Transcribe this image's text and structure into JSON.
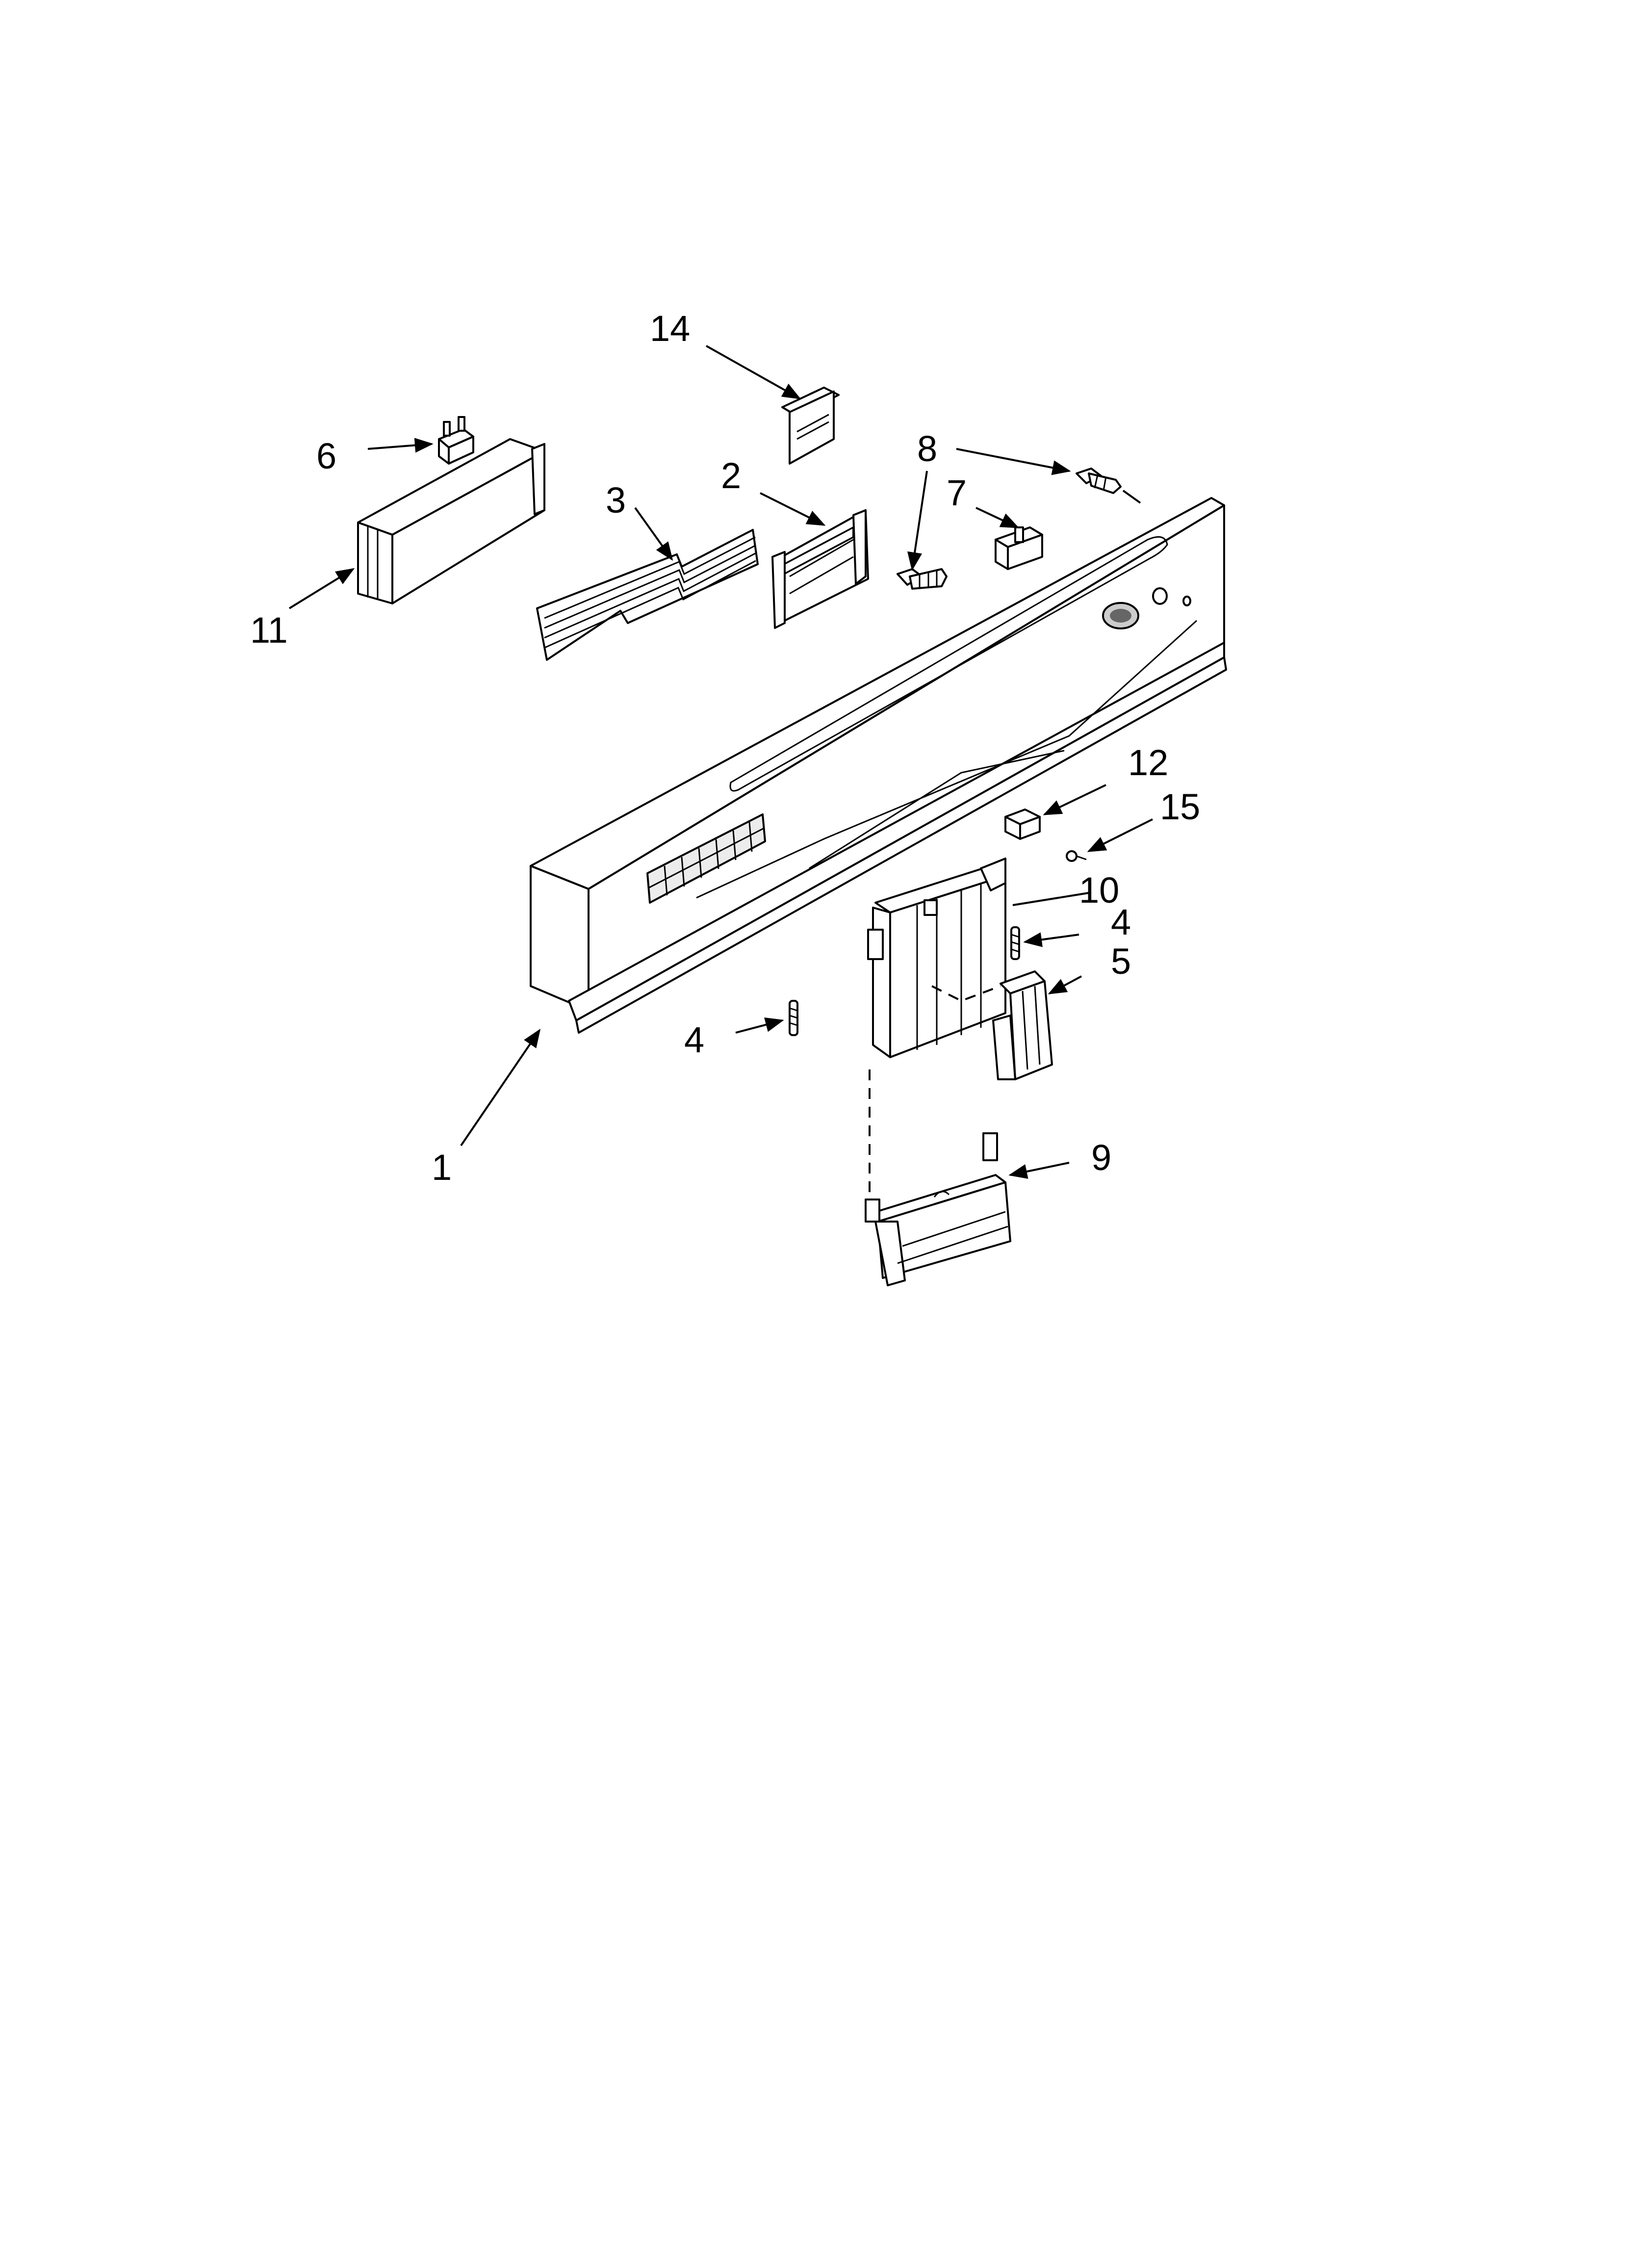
{
  "diagram": {
    "callouts": [
      "14",
      "6",
      "8",
      "2",
      "3",
      "7",
      "11",
      "12",
      "15",
      "10",
      "4",
      "5",
      "4",
      "1",
      "9"
    ]
  }
}
